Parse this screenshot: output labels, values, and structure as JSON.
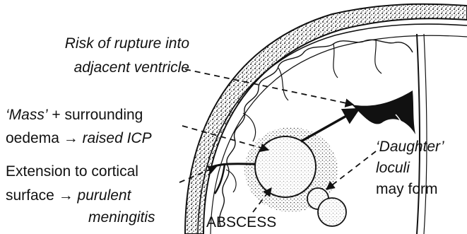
{
  "labels": {
    "rupture_line1": "Risk of rupture into",
    "rupture_line2": "adjacent ventricle",
    "mass_quoted": "‘Mass’",
    "mass_plus": " + surrounding",
    "oedema_plain": "oedema → ",
    "oedema_italic": "raised ICP",
    "extension_line1": "Extension to cortical",
    "surface_plain": "surface → ",
    "surface_italic": "purulent",
    "meningitis": "meningitis",
    "daughter": "‘Daughter’",
    "loculi": "loculi",
    "may_form": "may form",
    "abscess": "ABSCESS"
  },
  "colors": {
    "ink": "#111111",
    "stipple": "#444444",
    "fill": "#ffffff"
  }
}
